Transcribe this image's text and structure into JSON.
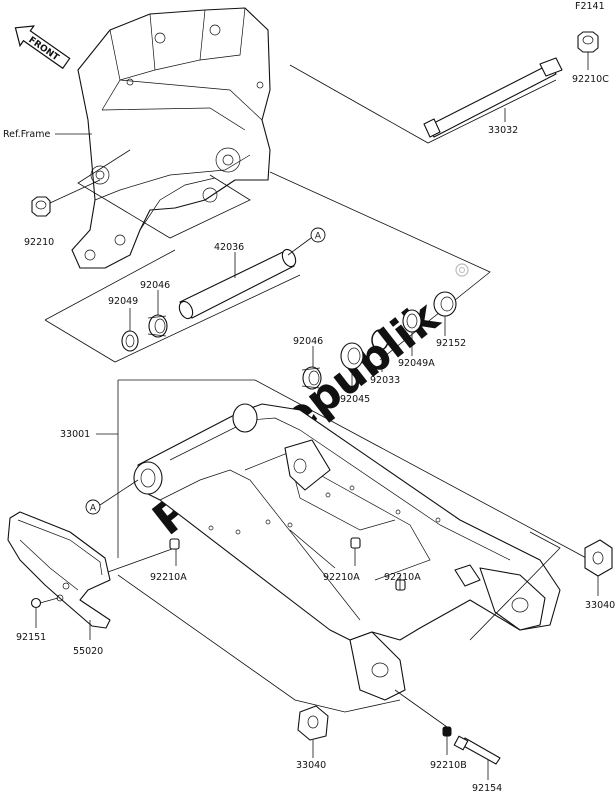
{
  "figure_code": "F2141",
  "front_label": "FRONT",
  "watermark": "PartsRepublik",
  "labels": {
    "ref_frame": "Ref.Frame",
    "p92210_left": "92210",
    "p92210c": "92210C",
    "p33032": "33032",
    "p42036": "42036",
    "ref_a_top": "A",
    "ref_a_left": "A",
    "p92046_left": "92046",
    "p92049_left": "92049",
    "p92152": "92152",
    "p92049a": "92049A",
    "p92046_mid": "92046",
    "p92033": "92033",
    "p92045": "92045",
    "p33001": "33001",
    "p92210a_1": "92210A",
    "p92210a_2": "92210A",
    "p92210a_3": "92210A",
    "p92151": "92151",
    "p55020": "55020",
    "p33040_right": "33040",
    "p33040_bottom": "33040",
    "p92210b": "92210B",
    "p92154": "92154"
  }
}
